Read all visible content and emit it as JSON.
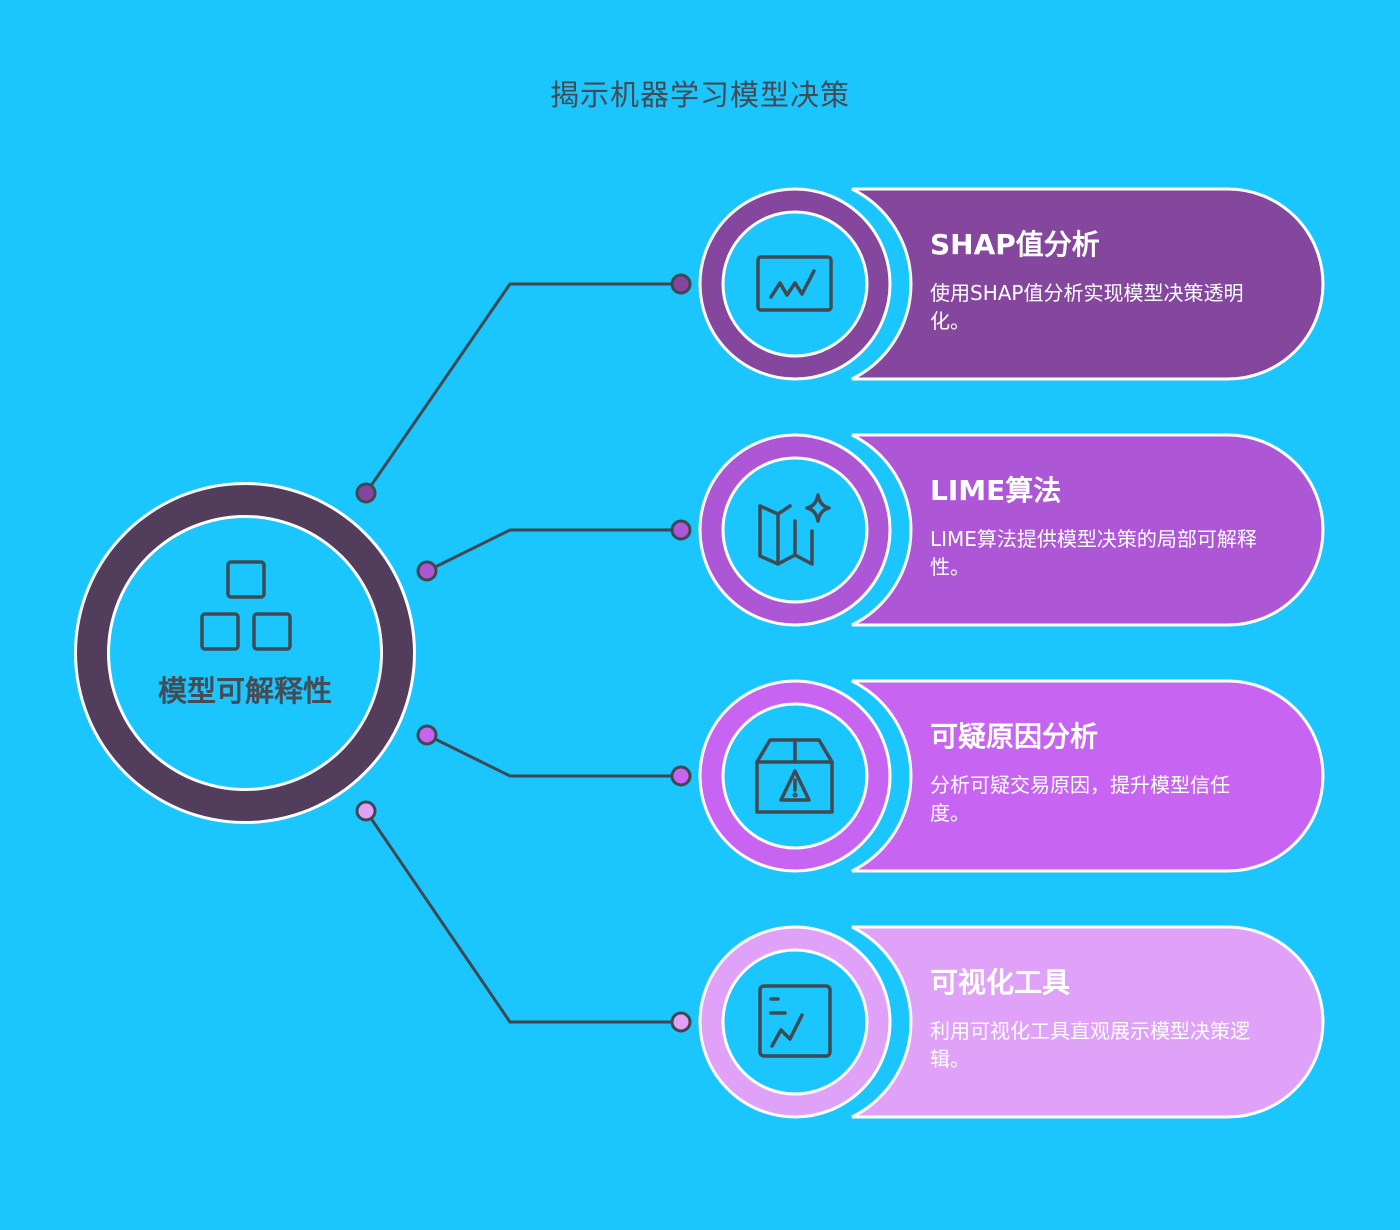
{
  "title": "揭示机器学习模型决策",
  "center": {
    "label": "模型可解释性",
    "icon": "three-boxes-icon",
    "ring_color": "#523e5c"
  },
  "background_color": "#1ac6fd",
  "items": [
    {
      "title": "SHAP值分析",
      "description": "使用SHAP值分析实现模型决策透明化。",
      "icon": "line-chart-icon",
      "color": "#85479e"
    },
    {
      "title": "LIME算法",
      "description": "LIME算法提供模型决策的局部可解释性。",
      "icon": "map-sparkle-icon",
      "color": "#ad56d6"
    },
    {
      "title": "可疑原因分析",
      "description": "分析可疑交易原因，提升模型信任度。",
      "icon": "box-warning-icon",
      "color": "#c864f2"
    },
    {
      "title": "可视化工具",
      "description": "利用可视化工具直观展示模型决策逻辑。",
      "icon": "report-chart-icon",
      "color": "#e0a2f9"
    }
  ]
}
